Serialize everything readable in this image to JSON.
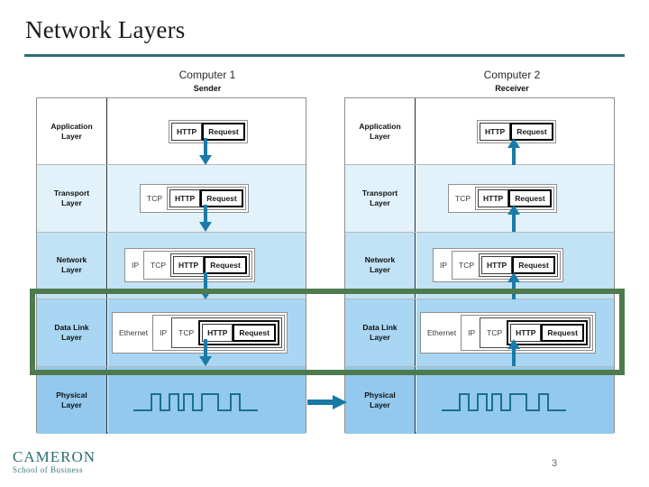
{
  "slide": {
    "title": "Network Layers",
    "page_number": "3",
    "accent_color": "#2d6e73",
    "arrow_color": "#1a7ba8",
    "highlight_color": "#4e7a4e"
  },
  "logo": {
    "line1": "CAMERON",
    "line2": "School of Business"
  },
  "computers": [
    {
      "name": "Computer 1",
      "role": "Sender",
      "direction": "down"
    },
    {
      "name": "Computer 2",
      "role": "Receiver",
      "direction": "up"
    }
  ],
  "layers": [
    {
      "label": "Application\nLayer",
      "name": "Application Layer",
      "fill": "#ffffff"
    },
    {
      "label": "Transport\nLayer",
      "name": "Transport Layer",
      "fill": "#e2f2fb"
    },
    {
      "label": "Network\nLayer",
      "name": "Network Layer",
      "fill": "#c2e2f6"
    },
    {
      "label": "Data Link\nLayer",
      "name": "Data Link Layer",
      "fill": "#a9d6f2"
    },
    {
      "label": "Physical\nLayer",
      "name": "Physical Layer",
      "fill": "#93c9ee"
    }
  ],
  "packets": {
    "application": [
      "HTTP",
      "Request"
    ],
    "transport": [
      "TCP",
      "HTTP",
      "Request"
    ],
    "network": [
      "IP",
      "TCP",
      "HTTP",
      "Request"
    ],
    "datalink": [
      "Ethernet",
      "IP",
      "TCP",
      "HTTP",
      "Request"
    ],
    "physical": "digital-signal-waveform"
  },
  "labels": {
    "app_l1": "Application",
    "app_l2": "Layer",
    "tra_l1": "Transport",
    "tra_l2": "Layer",
    "net_l1": "Network",
    "net_l2": "Layer",
    "dat_l1": "Data Link",
    "dat_l2": "Layer",
    "phy_l1": "Physical",
    "phy_l2": "Layer",
    "http": "HTTP",
    "request": "Request",
    "tcp": "TCP",
    "ip": "IP",
    "ethernet": "Ethernet"
  },
  "highlight": {
    "target_layer": "Data Link Layer",
    "spans_both_computers": true
  }
}
